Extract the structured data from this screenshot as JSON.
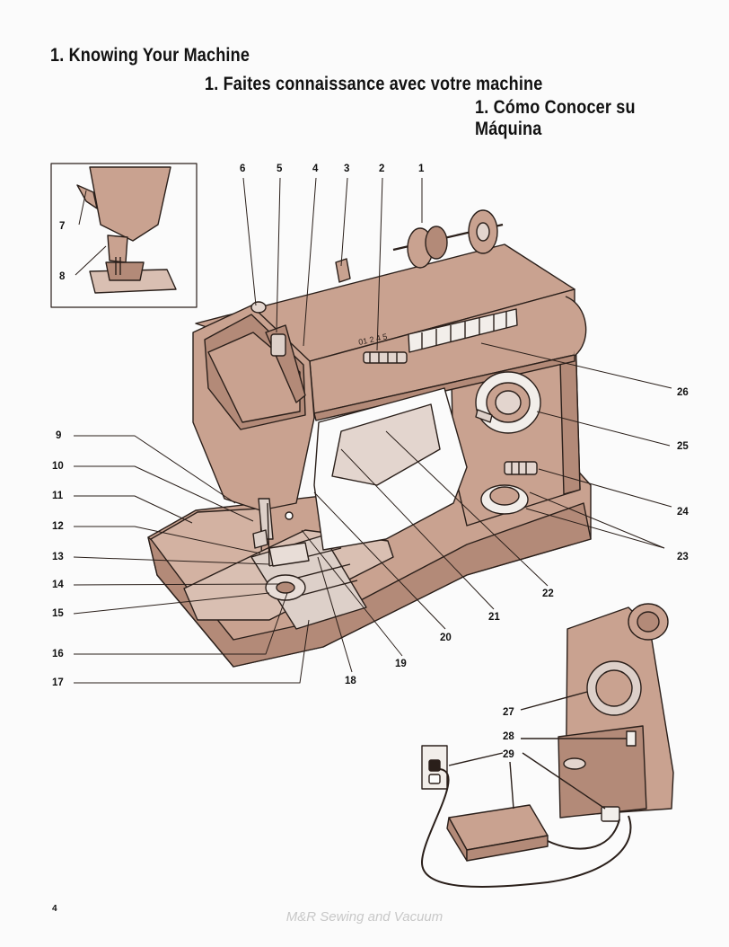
{
  "headings": {
    "en": "1. Knowing Your Machine",
    "fr": "1. Faites connaissance avec votre machine",
    "es": "1.  Cómo Conocer su Máquina"
  },
  "callouts": [
    "1",
    "2",
    "3",
    "4",
    "5",
    "6",
    "7",
    "8",
    "9",
    "10",
    "11",
    "12",
    "13",
    "14",
    "15",
    "16",
    "17",
    "18",
    "19",
    "20",
    "21",
    "22",
    "23",
    "24",
    "25",
    "26",
    "27",
    "28",
    "29"
  ],
  "dial_marking": "01 2 4 5",
  "page_number": "4",
  "watermark": "M&R Sewing and Vacuum",
  "colors": {
    "machine_body": "#c9a290",
    "machine_shadow": "#b38a78",
    "outline": "#2a1f1a",
    "paper": "#fbfbfb"
  }
}
